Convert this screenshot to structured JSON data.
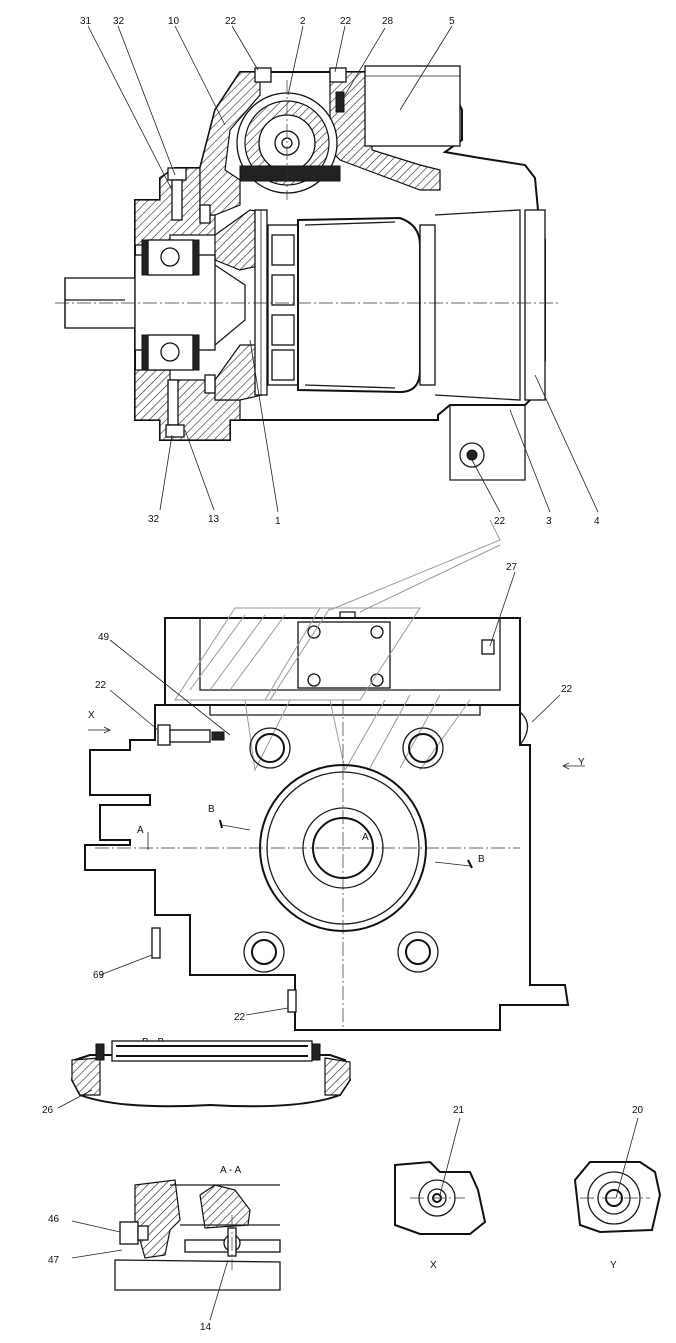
{
  "drawing": {
    "callouts": {
      "c31": "31",
      "c32a": "32",
      "c10": "10",
      "c22a": "22",
      "c2": "2",
      "c22b": "22",
      "c28": "28",
      "c5": "5",
      "c32b": "32",
      "c13": "13",
      "c1": "1",
      "c22c": "22",
      "c3": "3",
      "c4": "4",
      "c27": "27",
      "c49": "49",
      "c22d": "22",
      "c22e": "22",
      "c69": "69",
      "c22f": "22",
      "c26": "26",
      "c46": "46",
      "c47": "47",
      "c14": "14",
      "c21": "21",
      "c20": "20"
    },
    "view_marks": {
      "x_left": "X",
      "y_right": "Y",
      "b_left": "B",
      "a_left": "A",
      "a_center": "A",
      "b_right": "B"
    },
    "section_titles": {
      "bb": "B - B",
      "aa": "A - A",
      "x": "X",
      "y": "Y"
    }
  }
}
